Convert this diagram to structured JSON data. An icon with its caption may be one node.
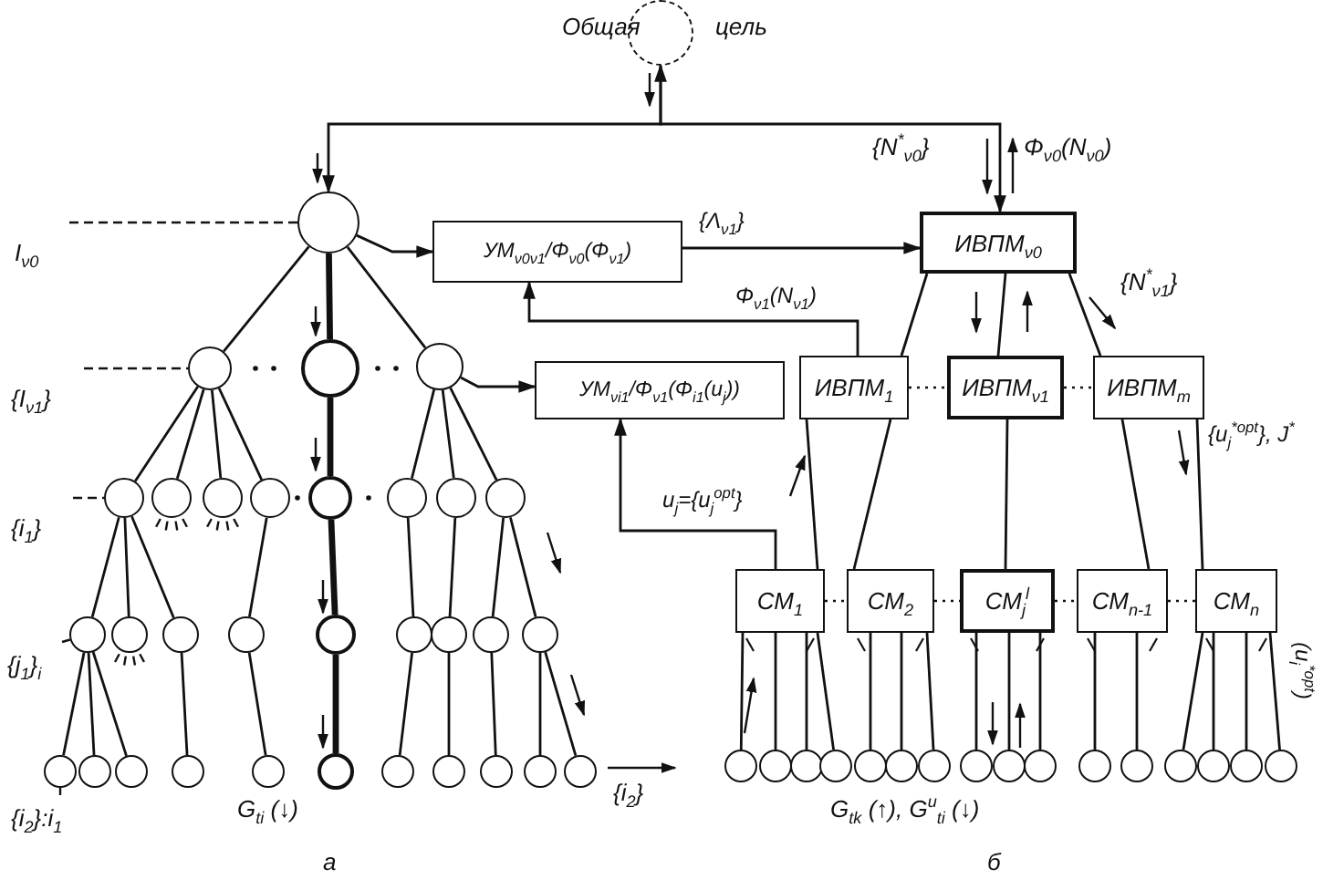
{
  "diagram": {
    "nodes": [
      {
        "text": [],
        "shape": "circle",
        "beside": [
          "Общая",
          "цель"
        ]
      },
      {
        "text": [],
        "shape": "circle"
      },
      {
        "text": [],
        "shape": "circle"
      },
      {
        "text": [],
        "shape": "circle"
      },
      {
        "text": [],
        "shape": "circle"
      },
      {
        "text": [],
        "shape": "circle"
      },
      {
        "text": [],
        "shape": "circle"
      },
      {
        "text": [],
        "shape": "circle"
      },
      {
        "text": [],
        "shape": "circle"
      },
      {
        "text": [],
        "shape": "circle"
      },
      {
        "text": [],
        "shape": "circle"
      },
      {
        "text": [],
        "shape": "circle"
      },
      {
        "text": [],
        "shape": "circle"
      },
      {
        "text": [],
        "shape": "circle"
      },
      {
        "text": [],
        "shape": "circle"
      },
      {
        "text": [],
        "shape": "circle"
      },
      {
        "text": [],
        "shape": "circle"
      },
      {
        "text": [],
        "shape": "circle"
      },
      {
        "text": [],
        "shape": "circle"
      },
      {
        "text": [],
        "shape": "circle"
      },
      {
        "text": [],
        "shape": "circle"
      },
      {
        "text": [],
        "shape": "circle"
      },
      {
        "text": [],
        "shape": "circle"
      },
      {
        "text": [],
        "shape": "circle"
      },
      {
        "text": [],
        "shape": "circle"
      },
      {
        "text": [],
        "shape": "circle"
      },
      {
        "text": [],
        "shape": "circle"
      },
      {
        "text": [],
        "shape": "circle"
      },
      {
        "text": [],
        "shape": "circle"
      },
      {
        "text": [],
        "shape": "circle"
      },
      {
        "text": [],
        "shape": "circle"
      },
      {
        "text": [],
        "shape": "circle"
      },
      {
        "text": [],
        "shape": "circle"
      },
      {
        "text": [
          "УМ$_{ν0ν1}$/Φ$_{ν0}$(Φ$_{ν1}$)"
        ]
      },
      {
        "text": [
          "ИВПМ$_{ν0}$"
        ]
      },
      {
        "text": [
          "УМ$_{νi1}$/Φ$_{ν1}$(Φ$_{i1}$(u$_{j}$))"
        ]
      },
      {
        "text": [
          "ИВПМ$_{1}$"
        ]
      },
      {
        "text": [
          "ИВПМ$_{ν1}$"
        ]
      },
      {
        "text": [
          "ИВПМ$_{m}$"
        ]
      },
      {
        "text": [
          "СМ$_{1}$"
        ]
      },
      {
        "text": [
          "СМ$_{2}$"
        ]
      },
      {
        "text": [
          "СМ$_{j}$$^{l}$"
        ]
      },
      {
        "text": [
          "СМ$_{n-1}$"
        ]
      },
      {
        "text": [
          "СМ$_{n}$"
        ]
      },
      {
        "text": [],
        "shape": "circle"
      },
      {
        "text": [],
        "shape": "circle"
      },
      {
        "text": [],
        "shape": "circle"
      },
      {
        "text": [],
        "shape": "circle"
      },
      {
        "text": [],
        "shape": "circle"
      },
      {
        "text": [],
        "shape": "circle"
      },
      {
        "text": [],
        "shape": "circle"
      },
      {
        "text": [],
        "shape": "circle"
      },
      {
        "text": [],
        "shape": "circle"
      },
      {
        "text": [],
        "shape": "circle"
      },
      {
        "text": [],
        "shape": "circle"
      },
      {
        "text": [],
        "shape": "circle"
      },
      {
        "text": [],
        "shape": "circle"
      },
      {
        "text": [],
        "shape": "circle"
      },
      {
        "text": [],
        "shape": "circle"
      },
      {
        "text": [],
        "shape": "circle"
      },
      {
        "text": [
          "I$_{ν0}$"
        ]
      },
      {
        "text": [
          "{I$_{ν1}$}"
        ]
      },
      {
        "text": [
          "{i$_{1}$}"
        ]
      },
      {
        "text": [
          "{j$_{1}$}$_{i}$"
        ]
      },
      {
        "text": [
          "{i$_{2}$}:i$_{1}$"
        ]
      }
    ],
    "edges": [
      {
        "from": 0,
        "to": 1,
        "arrow": "to"
      },
      {
        "from": 0,
        "to": 34,
        "arrow": "both"
      },
      {
        "from": 1,
        "to": 2,
        "arrow": "none"
      },
      {
        "from": 1,
        "to": 3,
        "arrow": "none",
        "style": "thick"
      },
      {
        "from": 1,
        "to": 4,
        "arrow": "none"
      },
      {
        "from": 2,
        "to": 5,
        "arrow": "none"
      },
      {
        "from": 2,
        "to": 6,
        "arrow": "none"
      },
      {
        "from": 2,
        "to": 7,
        "arrow": "none"
      },
      {
        "from": 2,
        "to": 8,
        "arrow": "none"
      },
      {
        "from": 3,
        "to": 9,
        "arrow": "none",
        "style": "thick"
      },
      {
        "from": 4,
        "to": 10,
        "arrow": "none"
      },
      {
        "from": 4,
        "to": 11,
        "arrow": "none"
      },
      {
        "from": 4,
        "to": 12,
        "arrow": "none"
      },
      {
        "from": 5,
        "to": 13,
        "arrow": "none"
      },
      {
        "from": 5,
        "to": 14,
        "arrow": "none"
      },
      {
        "from": 5,
        "to": 15,
        "arrow": "none"
      },
      {
        "from": 8,
        "to": 16,
        "arrow": "none"
      },
      {
        "from": 9,
        "to": 17,
        "arrow": "none",
        "style": "thick"
      },
      {
        "from": 10,
        "to": 18,
        "arrow": "none"
      },
      {
        "from": 11,
        "to": 19,
        "arrow": "none"
      },
      {
        "from": 12,
        "to": 20,
        "arrow": "none"
      },
      {
        "from": 12,
        "to": 21,
        "arrow": "none"
      },
      {
        "from": 13,
        "to": 22,
        "arrow": "none"
      },
      {
        "from": 13,
        "to": 23,
        "arrow": "none"
      },
      {
        "from": 13,
        "to": 24,
        "arrow": "none"
      },
      {
        "from": 15,
        "to": 25,
        "arrow": "none"
      },
      {
        "from": 16,
        "to": 26,
        "arrow": "none"
      },
      {
        "from": 17,
        "to": 27,
        "arrow": "none",
        "style": "thick"
      },
      {
        "from": 18,
        "to": 28,
        "arrow": "none"
      },
      {
        "from": 19,
        "to": 29,
        "arrow": "none"
      },
      {
        "from": 20,
        "to": 30,
        "arrow": "none"
      },
      {
        "from": 21,
        "to": 31,
        "arrow": "none"
      },
      {
        "from": 21,
        "to": 32,
        "arrow": "none"
      },
      {
        "from": 1,
        "to": 33,
        "arrow": "to"
      },
      {
        "from": 4,
        "to": 35,
        "arrow": "to"
      },
      {
        "from": 33,
        "to": 34,
        "arrow": "to",
        "label": "{Λ$_{ν1}$}"
      },
      {
        "from": 36,
        "to": 33,
        "arrow": "to",
        "label": "Φ$_{ν1}$(N$_{ν1}$)"
      },
      {
        "from": 39,
        "to": 35,
        "arrow": "to",
        "label": "u$_{j}$={u$_{j}$$^{opt}$}"
      },
      {
        "from": 34,
        "to": 36,
        "arrow": "none"
      },
      {
        "from": 34,
        "to": 37,
        "arrow": "none"
      },
      {
        "from": 34,
        "to": 38,
        "arrow": "none"
      },
      {
        "from": 36,
        "to": 39,
        "arrow": "none"
      },
      {
        "from": 36,
        "to": 40,
        "arrow": "none"
      },
      {
        "from": 37,
        "to": 41,
        "arrow": "none"
      },
      {
        "from": 38,
        "to": 42,
        "arrow": "none"
      },
      {
        "from": 38,
        "to": 43,
        "arrow": "none"
      },
      {
        "from": 36,
        "to": 37,
        "arrow": "none",
        "style": "dashed"
      },
      {
        "from": 37,
        "to": 38,
        "arrow": "none",
        "style": "dashed"
      },
      {
        "from": 39,
        "to": 40,
        "arrow": "none",
        "style": "dashed"
      },
      {
        "from": 40,
        "to": 41,
        "arrow": "none",
        "style": "dashed"
      },
      {
        "from": 41,
        "to": 42,
        "arrow": "none",
        "style": "dashed"
      },
      {
        "from": 42,
        "to": 43,
        "arrow": "none",
        "style": "dashed"
      },
      {
        "from": 39,
        "to": 44,
        "arrow": "none"
      },
      {
        "from": 39,
        "to": 45,
        "arrow": "none"
      },
      {
        "from": 39,
        "to": 46,
        "arrow": "none"
      },
      {
        "from": 39,
        "to": 47,
        "arrow": "none"
      },
      {
        "from": 40,
        "to": 48,
        "arrow": "none"
      },
      {
        "from": 40,
        "to": 49,
        "arrow": "none"
      },
      {
        "from": 40,
        "to": 50,
        "arrow": "none"
      },
      {
        "from": 41,
        "to": 51,
        "arrow": "none"
      },
      {
        "from": 41,
        "to": 52,
        "arrow": "none"
      },
      {
        "from": 41,
        "to": 53,
        "arrow": "none"
      },
      {
        "from": 42,
        "to": 54,
        "arrow": "none"
      },
      {
        "from": 42,
        "to": 55,
        "arrow": "none"
      },
      {
        "from": 43,
        "to": 56,
        "arrow": "none"
      },
      {
        "from": 43,
        "to": 57,
        "arrow": "none"
      },
      {
        "from": 43,
        "to": 58,
        "arrow": "none"
      },
      {
        "from": 43,
        "to": 59,
        "arrow": "none"
      },
      {
        "from": 60,
        "to": 1,
        "arrow": "none",
        "style": "dashed"
      },
      {
        "from": 61,
        "to": 2,
        "arrow": "none",
        "style": "dashed"
      },
      {
        "from": 62,
        "to": 5,
        "arrow": "none",
        "style": "dashed"
      },
      {
        "from": 63,
        "to": 13,
        "arrow": "none",
        "style": "dashed"
      },
      {
        "from": 64,
        "to": 22,
        "arrow": "none",
        "style": "dashed"
      }
    ],
    "labels": [
      "{N$^{*}$$_{ν0}$}",
      "Φ$_{ν0}$(N$_{ν0}$)",
      "{N$^{*}$$_{ν1}$}",
      "{u$_{j}$$^{*opt}$}, J$^{*}$",
      "(u$_{i}$$^{*opt}$)",
      "G$_{ti}$ (↓)",
      "{i$_{2}$}",
      "G$_{tk}$ (↑), G$^{u}$$_{ti}$ (↓)",
      "а",
      "б"
    ]
  }
}
